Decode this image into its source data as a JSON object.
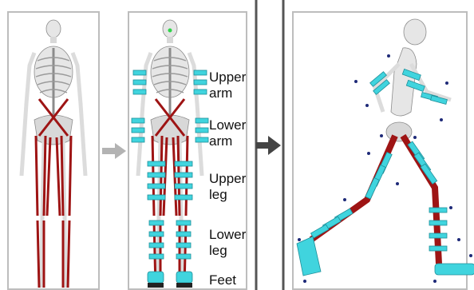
{
  "labels": {
    "upper_arm": [
      "Upper",
      "arm"
    ],
    "lower_arm": [
      "Lower",
      "arm"
    ],
    "upper_leg": [
      "Upper",
      "leg"
    ],
    "lower_leg": [
      "Lower",
      "leg"
    ],
    "feet": "Feet"
  },
  "colors": {
    "panel_border": "#bdbdbd",
    "bone": "#e6e6e6",
    "bone_outline": "#8c8c8c",
    "muscle": "#9e1414",
    "cuff": "#40d4de",
    "cuff_dark": "#1f8f99",
    "marker": "#1e2a78",
    "arrow_light": "#b3b3b3",
    "arrow_dark": "#444444",
    "divider": "#555555"
  }
}
